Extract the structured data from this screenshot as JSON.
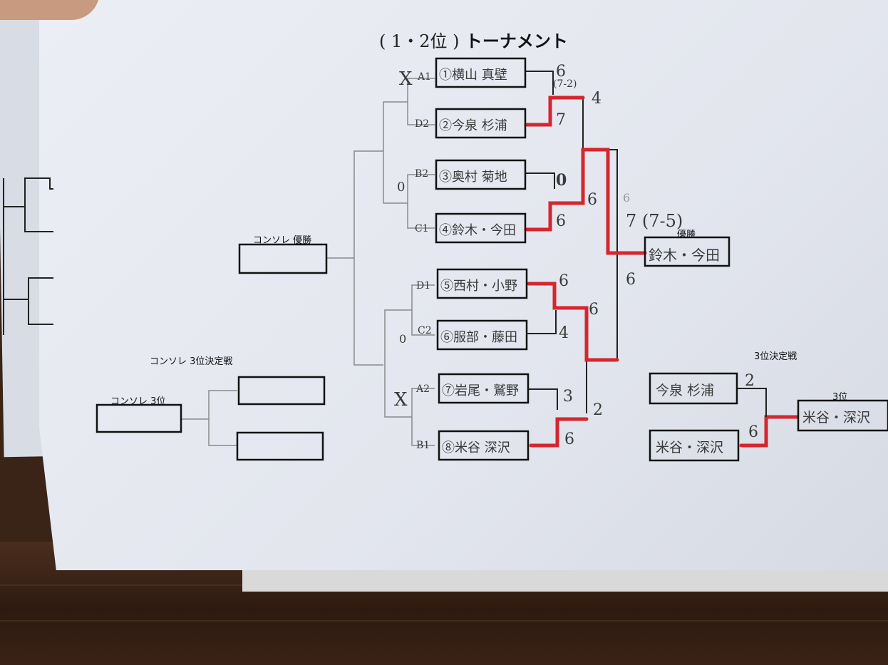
{
  "title": {
    "paren": "( 1・2位 )",
    "main": "トーナメント"
  },
  "winner": {
    "label": "優勝",
    "name": "鈴木・今田",
    "score_top": "6",
    "score_final": "7 (7-5)",
    "score_bottom": "6"
  },
  "consolation": {
    "winner_label": "コンソレ 優勝",
    "third_place_match_label": "コンソレ 3位決定戦",
    "third_label": "コンソレ 3位"
  },
  "third_place": {
    "match_label": "3位決定戦",
    "label": "3位",
    "team_a": "今泉 杉浦",
    "team_b": "米谷・深沢",
    "score_a": "2",
    "score_b": "6",
    "result": "米谷・深沢"
  },
  "entries": [
    {
      "seed": "A1",
      "name": "①横山 真壁",
      "score": "6"
    },
    {
      "seed": "D2",
      "name": "②今泉 杉浦",
      "score": "7"
    },
    {
      "seed": "B2",
      "name": "③奥村 菊地",
      "score": "0"
    },
    {
      "seed": "C1",
      "name": "④鈴木・今田",
      "score": "6"
    },
    {
      "seed": "D1",
      "name": "⑤西村・小野",
      "score": "6"
    },
    {
      "seed": "C2",
      "name": "⑥服部・藤田",
      "score": "4"
    },
    {
      "seed": "A2",
      "name": "⑦岩尾・鷲野",
      "score": "3"
    },
    {
      "seed": "B1",
      "name": "⑧米谷 深沢",
      "score": "6"
    }
  ],
  "semis": {
    "s1": "4",
    "s1_note": "(7-2)",
    "s2": "6",
    "s3": "6",
    "s4": "2"
  },
  "marks": {
    "m1": "X",
    "m2": "0",
    "m3": "0",
    "m4": "X"
  },
  "colors": {
    "winner_line": "#d4262e",
    "paper": "#e6e8f0",
    "table": "#3a2418",
    "ink": "#222222"
  }
}
